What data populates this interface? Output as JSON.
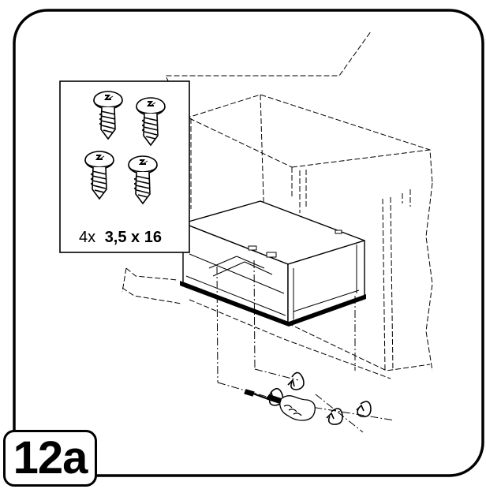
{
  "step": {
    "label": "12a"
  },
  "parts": {
    "quantity_prefix": "4x",
    "screw_size": "3,5 x 16",
    "icons": [
      "screw-icon",
      "screw-icon",
      "screw-icon",
      "screw-icon"
    ]
  },
  "colors": {
    "line": "#000000",
    "background": "#ffffff"
  }
}
